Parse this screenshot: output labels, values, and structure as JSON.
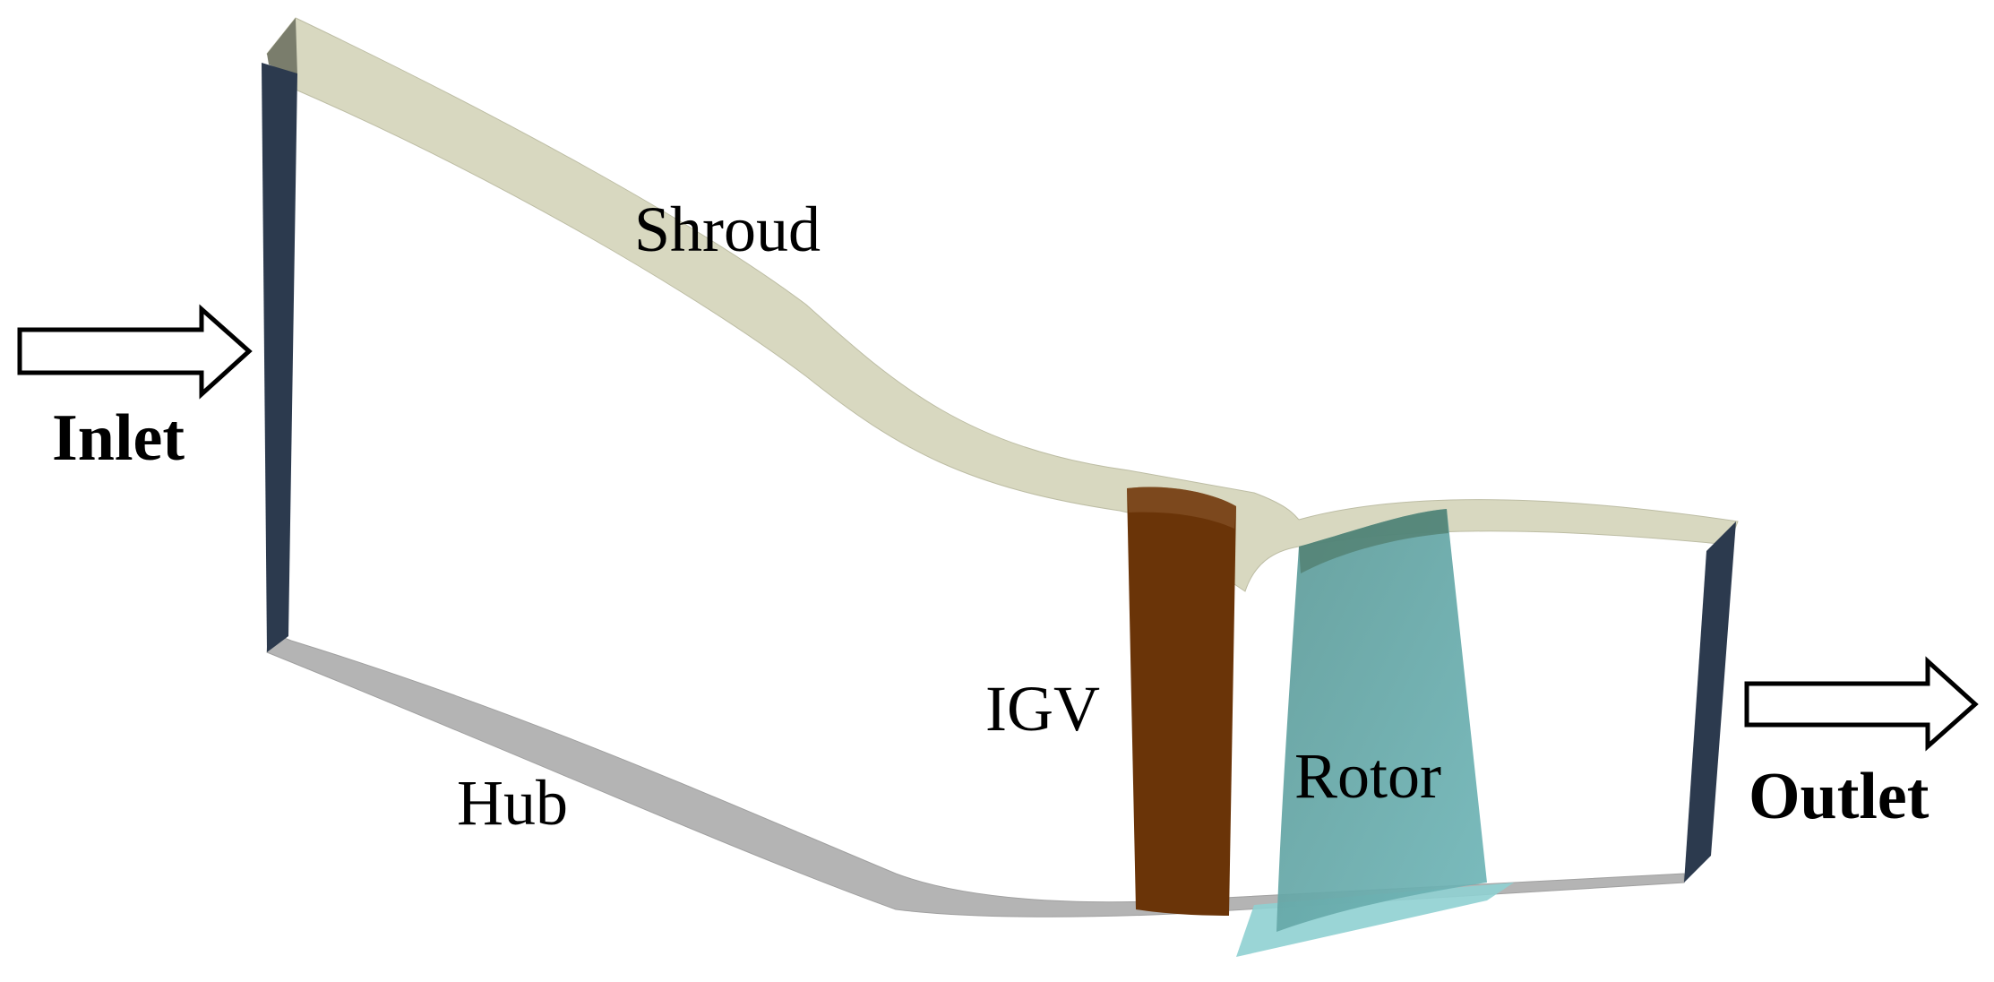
{
  "labels": {
    "shroud": "Shroud",
    "hub": "Hub",
    "igv": "IGV",
    "rotor": "Rotor",
    "inlet": "Inlet",
    "outlet": "Outlet"
  },
  "colors": {
    "shroud": "#d8d8c0",
    "hub": "#b4b4b4",
    "inlet_face": "#2c3a4e",
    "outlet_face": "#2c3a4e",
    "igv": "#6a3408",
    "rotor": "#63a8a8",
    "rotor_base": "#8fd0d2",
    "arrow_stroke": "#000000",
    "arrow_fill": "#ffffff"
  },
  "icons": {
    "inlet_arrow": "right-arrow-icon",
    "outlet_arrow": "right-arrow-icon"
  }
}
